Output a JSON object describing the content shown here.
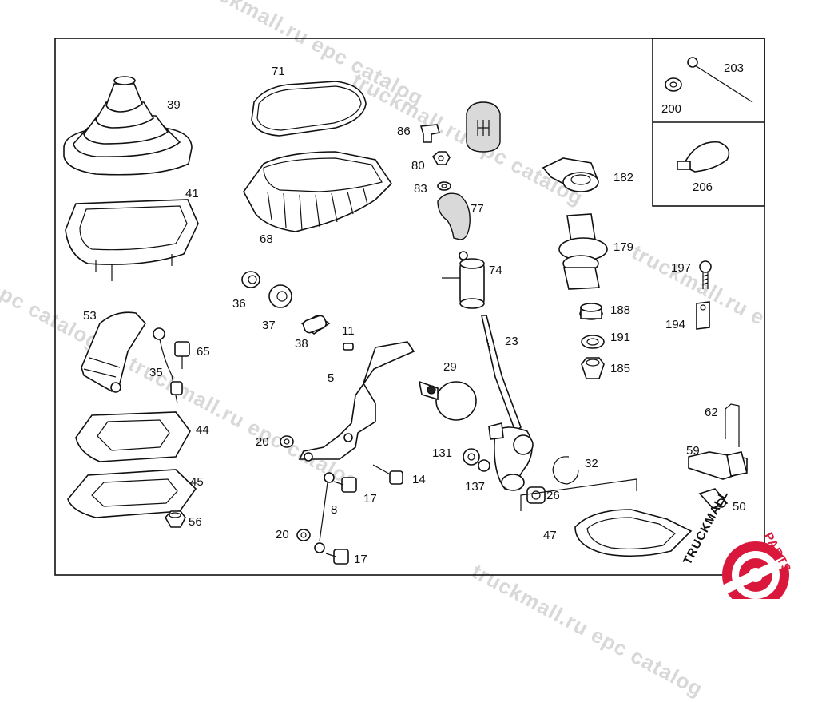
{
  "labels": {
    "p71": "71",
    "p39": "39",
    "p41": "41",
    "p68": "68",
    "p86": "86",
    "p80": "80",
    "p83": "83",
    "p77": "77",
    "p74": "74",
    "p23": "23",
    "p29": "29",
    "p182": "182",
    "p179": "179",
    "p188": "188",
    "p191": "191",
    "p185": "185",
    "p197": "197",
    "p194": "194",
    "p203": "203",
    "p200": "200",
    "p206": "206",
    "p36": "36",
    "p37": "37",
    "p38": "38",
    "p11": "11",
    "p5": "5",
    "p53": "53",
    "p65": "65",
    "p35": "35",
    "p44": "44",
    "p45": "45",
    "p56": "56",
    "p20a": "20",
    "p20b": "20",
    "p8": "8",
    "p17a": "17",
    "p17b": "17",
    "p14": "14",
    "p131": "131",
    "p137": "137",
    "p32": "32",
    "p26": "26",
    "p47": "47",
    "p62": "62",
    "p59": "59",
    "p50": "50"
  },
  "watermark": {
    "text_a": "truckmall.ru epc catalog",
    "text_b": "epc catalog",
    "text_c": "truckmall.ru e"
  },
  "logo": {
    "left": "TRUCKMALL",
    "right": "PARTS",
    "accent": "#d9183b"
  }
}
